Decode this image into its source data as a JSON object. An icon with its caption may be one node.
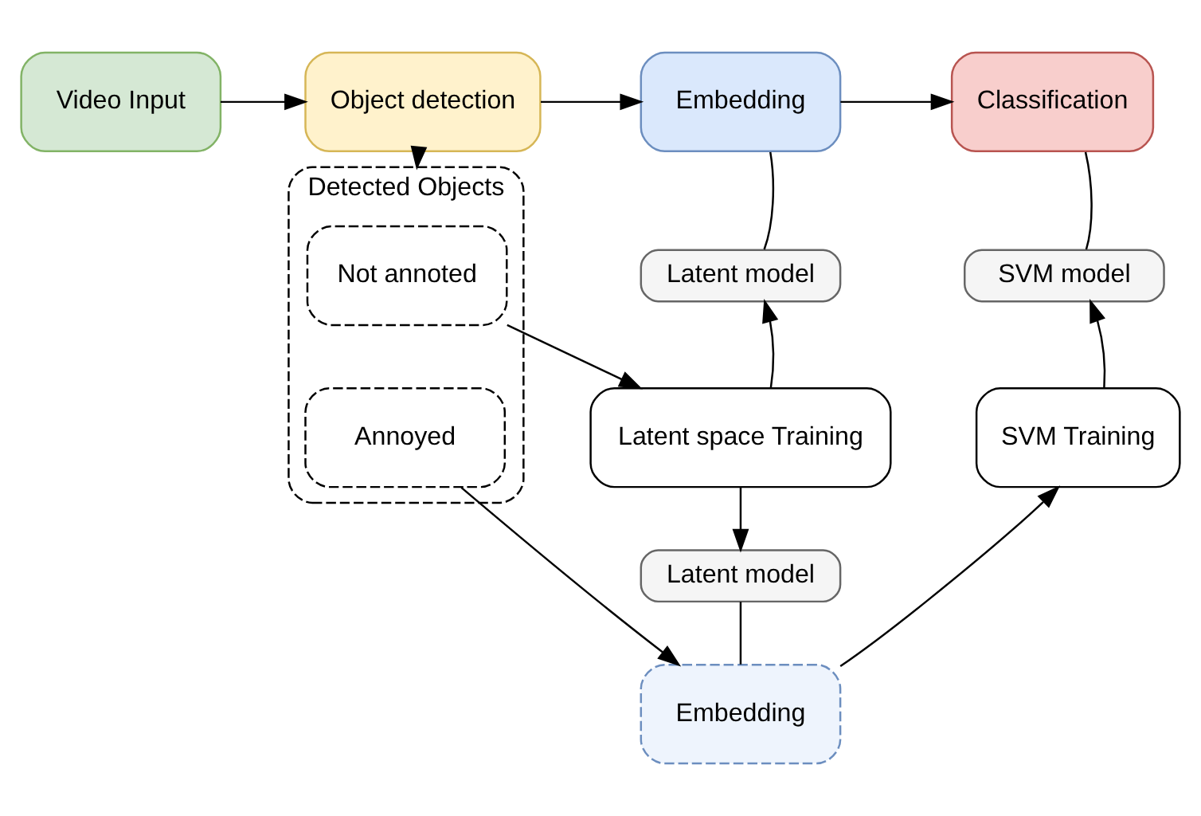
{
  "diagram": {
    "nodes": [
      {
        "text": [
          "Video Input"
        ]
      },
      {
        "text": [
          "Object detection"
        ]
      },
      {
        "text": [
          "Embedding"
        ]
      },
      {
        "text": [
          "Classification"
        ]
      },
      {
        "text": [
          "Latent model"
        ]
      },
      {
        "text": [
          "SVM model"
        ]
      },
      {
        "text": [
          "Detected Objects"
        ]
      },
      {
        "text": [
          "Not annoted"
        ],
        "in": 6
      },
      {
        "text": [
          "Annoyed"
        ],
        "in": 6
      },
      {
        "text": [
          "Latent space Training"
        ]
      },
      {
        "text": [
          "SVM Training"
        ]
      },
      {
        "text": [
          "Latent model"
        ]
      },
      {
        "text": [
          "Embedding"
        ]
      }
    ],
    "edges": [
      {
        "from": 0,
        "to": 1,
        "arrow": "to"
      },
      {
        "from": 1,
        "to": 2,
        "arrow": "to"
      },
      {
        "from": 2,
        "to": 3,
        "arrow": "to"
      },
      {
        "from": 1,
        "to": 6,
        "arrow": "to"
      },
      {
        "from": 4,
        "to": 2,
        "arrow": "none"
      },
      {
        "from": 5,
        "to": 3,
        "arrow": "none"
      },
      {
        "from": 7,
        "to": 9,
        "arrow": "to"
      },
      {
        "from": 9,
        "to": 4,
        "arrow": "to"
      },
      {
        "from": 9,
        "to": 11,
        "arrow": "to"
      },
      {
        "from": 11,
        "to": 12,
        "arrow": "none"
      },
      {
        "from": 8,
        "to": 12,
        "arrow": "to"
      },
      {
        "from": 12,
        "to": 10,
        "arrow": "to"
      },
      {
        "from": 10,
        "to": 5,
        "arrow": "to"
      }
    ]
  }
}
